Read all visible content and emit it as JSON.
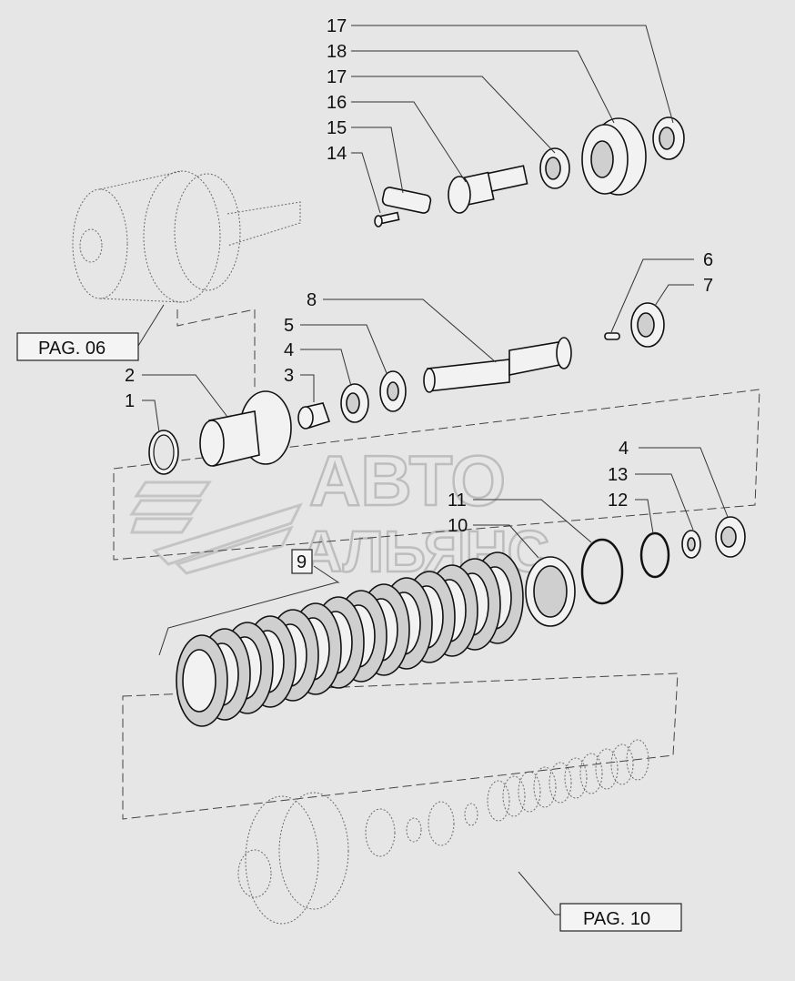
{
  "callouts": [
    {
      "id": "c17a",
      "text": "17"
    },
    {
      "id": "c18",
      "text": "18"
    },
    {
      "id": "c17b",
      "text": "17"
    },
    {
      "id": "c16",
      "text": "16"
    },
    {
      "id": "c15",
      "text": "15"
    },
    {
      "id": "c14",
      "text": "14"
    },
    {
      "id": "c6",
      "text": "6"
    },
    {
      "id": "c7",
      "text": "7"
    },
    {
      "id": "c8",
      "text": "8"
    },
    {
      "id": "c5",
      "text": "5"
    },
    {
      "id": "c4a",
      "text": "4"
    },
    {
      "id": "c3",
      "text": "3"
    },
    {
      "id": "c2",
      "text": "2"
    },
    {
      "id": "c1",
      "text": "1"
    },
    {
      "id": "c4b",
      "text": "4"
    },
    {
      "id": "c13",
      "text": "13"
    },
    {
      "id": "c12",
      "text": "12"
    },
    {
      "id": "c11",
      "text": "11"
    },
    {
      "id": "c10",
      "text": "10"
    },
    {
      "id": "c9",
      "text": "9"
    }
  ],
  "page_refs": {
    "top": "PAG. 06",
    "bottom": "PAG. 10"
  },
  "watermark": {
    "line1": "АВТО",
    "line2": "АЛЬЯНС"
  }
}
